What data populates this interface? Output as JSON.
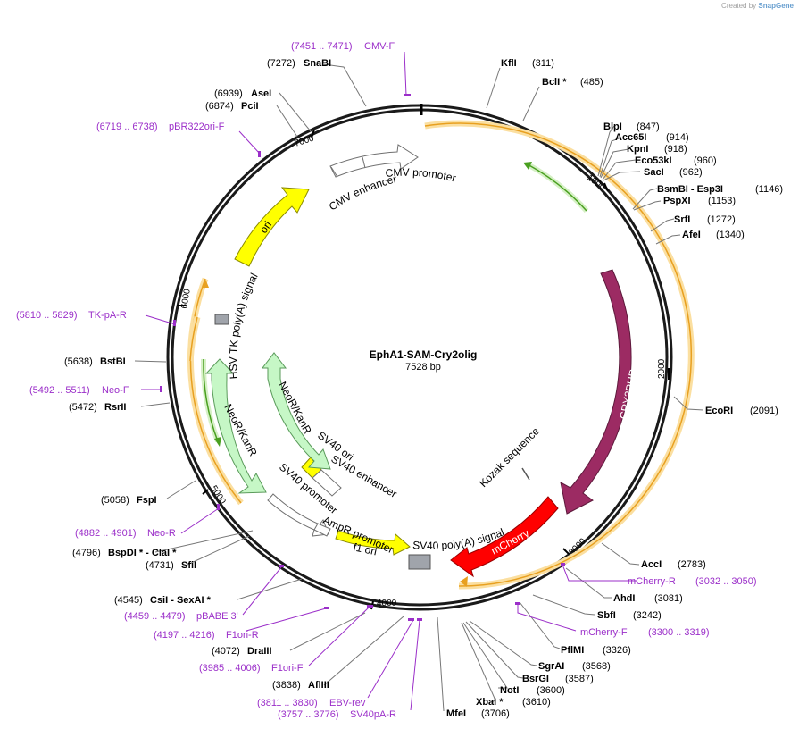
{
  "brand": {
    "created_by": "Created by",
    "app": "SnapGene"
  },
  "plasmid": {
    "name": "EphA1-SAM-Cry2olig",
    "length_label": "7528 bp",
    "length": 7528
  },
  "ticks": [
    "1000",
    "2000",
    "3000",
    "4000",
    "5000",
    "6000",
    "7000"
  ],
  "enzymes": [
    {
      "name": "KflI",
      "pos": "(311)"
    },
    {
      "name": "BclI *",
      "pos": "(485)"
    },
    {
      "name": "BlpI",
      "pos": "(847)"
    },
    {
      "name": "Acc65I",
      "pos": "(914)"
    },
    {
      "name": "KpnI",
      "pos": "(918)"
    },
    {
      "name": "Eco53kI",
      "pos": "(960)"
    },
    {
      "name": "SacI",
      "pos": "(962)"
    },
    {
      "name": "BsmBI - Esp3I",
      "pos": "(1146)"
    },
    {
      "name": "PspXI",
      "pos": "(1153)"
    },
    {
      "name": "SrfI",
      "pos": "(1272)"
    },
    {
      "name": "AfeI",
      "pos": "(1340)"
    },
    {
      "name": "EcoRI",
      "pos": "(2091)"
    },
    {
      "name": "AccI",
      "pos": "(2783)"
    },
    {
      "name": "AhdI",
      "pos": "(3081)"
    },
    {
      "name": "SbfI",
      "pos": "(3242)"
    },
    {
      "name": "PflMI",
      "pos": "(3326)"
    },
    {
      "name": "SgrAI",
      "pos": "(3568)"
    },
    {
      "name": "BsrGI",
      "pos": "(3587)"
    },
    {
      "name": "NotI",
      "pos": "(3600)"
    },
    {
      "name": "XbaI *",
      "pos": "(3610)"
    },
    {
      "name": "MfeI",
      "pos": "(3706)"
    },
    {
      "name": "AflIII",
      "pos": "(3838)"
    },
    {
      "name": "DraIII",
      "pos": "(4072)"
    },
    {
      "name": "CsiI - SexAI *",
      "pos": "(4545)"
    },
    {
      "name": "BspDI * - ClaI *",
      "pos": "(4796)"
    },
    {
      "name": "SfiI",
      "pos": "(4731)"
    },
    {
      "name": "FspI",
      "pos": "(5058)"
    },
    {
      "name": "RsrII",
      "pos": "(5472)"
    },
    {
      "name": "BstBI",
      "pos": "(5638)"
    },
    {
      "name": "PciI",
      "pos": "(6874)"
    },
    {
      "name": "AseI",
      "pos": "(6939)"
    },
    {
      "name": "SnaBI",
      "pos": "(7272)"
    }
  ],
  "primers": [
    {
      "range": "(7451 .. 7471)",
      "name": "CMV-F"
    },
    {
      "range": "(6719 .. 6738)",
      "name": "pBR322ori-F"
    },
    {
      "range": "(5810 .. 5829)",
      "name": "TK-pA-R"
    },
    {
      "range": "(5492 .. 5511)",
      "name": "Neo-F"
    },
    {
      "range": "(4882 .. 4901)",
      "name": "Neo-R"
    },
    {
      "range": "(4459 .. 4479)",
      "name": "pBABE 3'"
    },
    {
      "range": "(4197 .. 4216)",
      "name": "F1ori-R"
    },
    {
      "range": "(3985 .. 4006)",
      "name": "F1ori-F"
    },
    {
      "range": "(3811 .. 3830)",
      "name": "EBV-rev"
    },
    {
      "range": "(3757 .. 3776)",
      "name": "SV40pA-R"
    },
    {
      "range": "(3032 .. 3050)",
      "name": "mCherry-R"
    },
    {
      "range": "(3300 .. 3319)",
      "name": "mCherry-F"
    }
  ],
  "features": [
    {
      "label": "CMV promoter"
    },
    {
      "label": "CMV enhancer"
    },
    {
      "label": "ori"
    },
    {
      "label": "HSV TK poly(A) signal"
    },
    {
      "label": "NeoR/KanR"
    },
    {
      "label": "NeoR/KanR"
    },
    {
      "label": "SV40 ori"
    },
    {
      "label": "SV40 enhancer"
    },
    {
      "label": "SV40 promoter"
    },
    {
      "label": "AmpR promoter"
    },
    {
      "label": "f1 ori"
    },
    {
      "label": "SV40 poly(A) signal"
    },
    {
      "label": "mCherry"
    },
    {
      "label": "CRY2PHR"
    },
    {
      "label": "Kozak sequence"
    }
  ],
  "colors": {
    "cry2phr": "#9c2b63",
    "mcherry": "#ff0000",
    "ori": "#ffff00",
    "neor": "#c6f7c6",
    "primer": "#9b2fc9",
    "orf_line": "#e8a020",
    "orf_glow": "#fbdfa0",
    "backbone": "#1a1a1a"
  }
}
